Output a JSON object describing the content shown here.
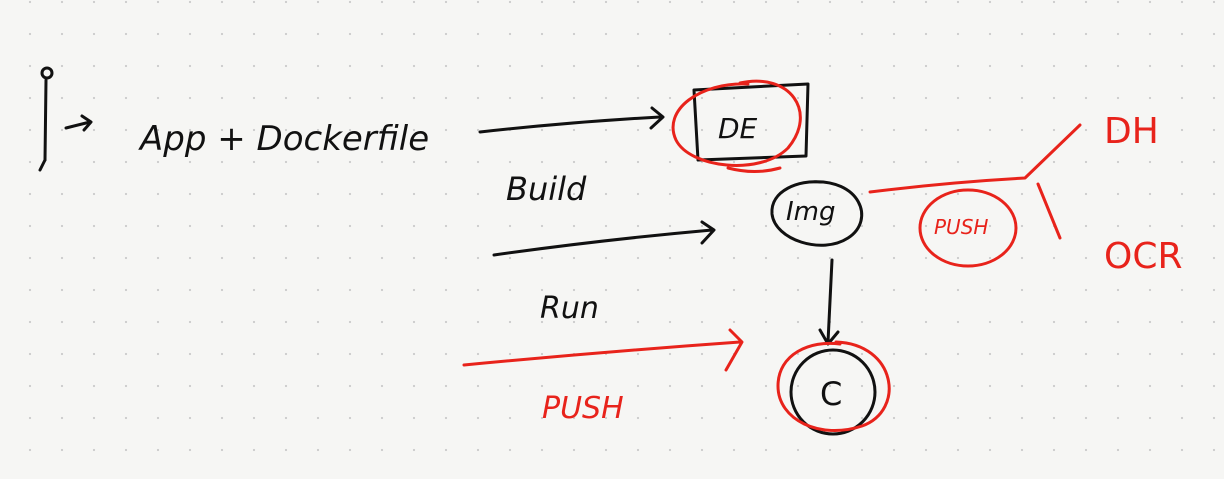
{
  "diagram": {
    "labels": {
      "app_dockerfile": "App + Dockerfile",
      "de": "DE",
      "build": "Build",
      "img": "Img",
      "run": "Run",
      "container": "C",
      "push_bottom": "PUSH",
      "push_side": "PUSH",
      "dh": "DH",
      "ocr": "OCR"
    },
    "colors": {
      "ink": "#111111",
      "annotation": "#e8231b",
      "background": "#f6f6f4"
    }
  }
}
